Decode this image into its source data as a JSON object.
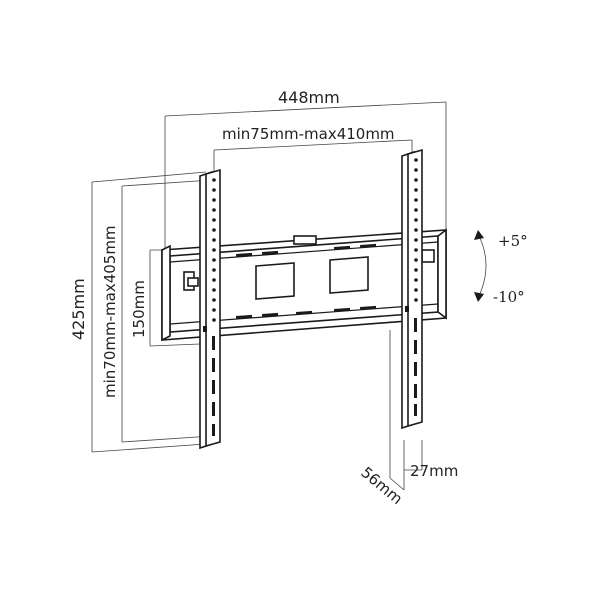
{
  "diagram": {
    "dimensions": {
      "overall_width": "448mm",
      "vesa_width": "min75mm-max410mm",
      "overall_height": "425mm",
      "vesa_height": "min70mm-max405mm",
      "plate_height": "150mm",
      "depth_min": "27mm",
      "depth_max": "56mm"
    },
    "tilt": {
      "up": "+5°",
      "down": "-10°"
    }
  }
}
